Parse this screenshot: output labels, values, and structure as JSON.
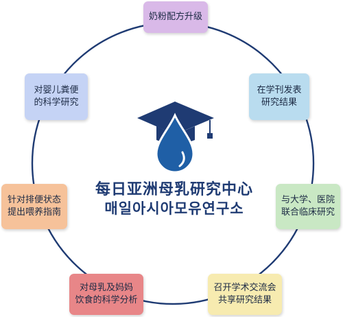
{
  "center": {
    "title_cn": "每日亚洲母乳研究中心",
    "title_kr": "매일아시아모유연구소",
    "icon": "graduation-cap-drop-icon",
    "color": "#1f3b73"
  },
  "ring_color": "#1f3b73",
  "nodes": [
    {
      "id": "formula-upgrade",
      "label": "奶粉配方升级",
      "color": "#d9b9e8"
    },
    {
      "id": "journal-publication",
      "label": "在学刊发表\n研究结果",
      "color": "#b9dcef"
    },
    {
      "id": "clinical-research",
      "label": "与大学、医院\n联合临床研究",
      "color": "#c9e8c4"
    },
    {
      "id": "academic-exchange",
      "label": "召开学术交流会\n共享研究结果",
      "color": "#f7ebb0"
    },
    {
      "id": "breastmilk-diet-analysis",
      "label": "对母乳及妈妈\n饮食的科学分析",
      "color": "#e88688"
    },
    {
      "id": "feeding-guidance",
      "label": "针对排便状态\n提出喂养指南",
      "color": "#f6c29a"
    },
    {
      "id": "infant-stool-research",
      "label": "对婴儿粪便\n的科学研究",
      "color": "#c5d3f5"
    }
  ]
}
